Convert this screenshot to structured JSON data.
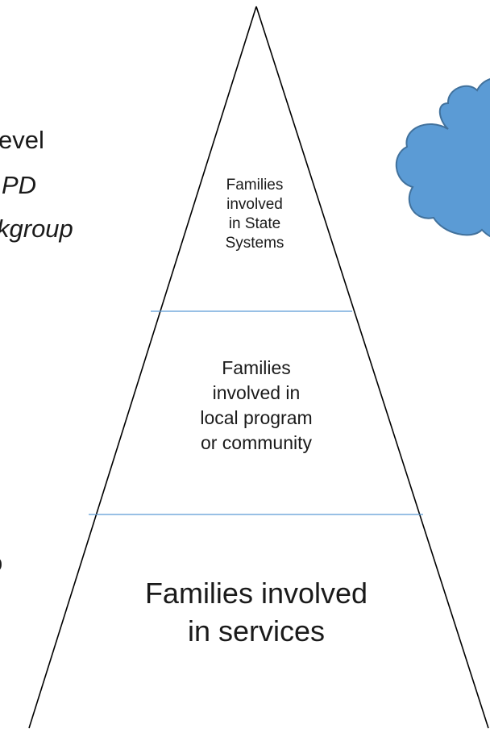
{
  "left_text": {
    "line1": "evel",
    "line2": "PD",
    "line3": "kgroup",
    "line4": "o"
  },
  "pyramid": {
    "tiers": [
      {
        "label": "Families\ninvolved\nin State\nSystems"
      },
      {
        "label": "Families\ninvolved in\nlocal program\nor community"
      },
      {
        "label": "Families involved\nin services"
      }
    ]
  },
  "colors": {
    "outline": "#000000",
    "divider": "#5b9bd5",
    "cloud_fill": "#5b9bd5",
    "cloud_stroke": "#41719c"
  }
}
